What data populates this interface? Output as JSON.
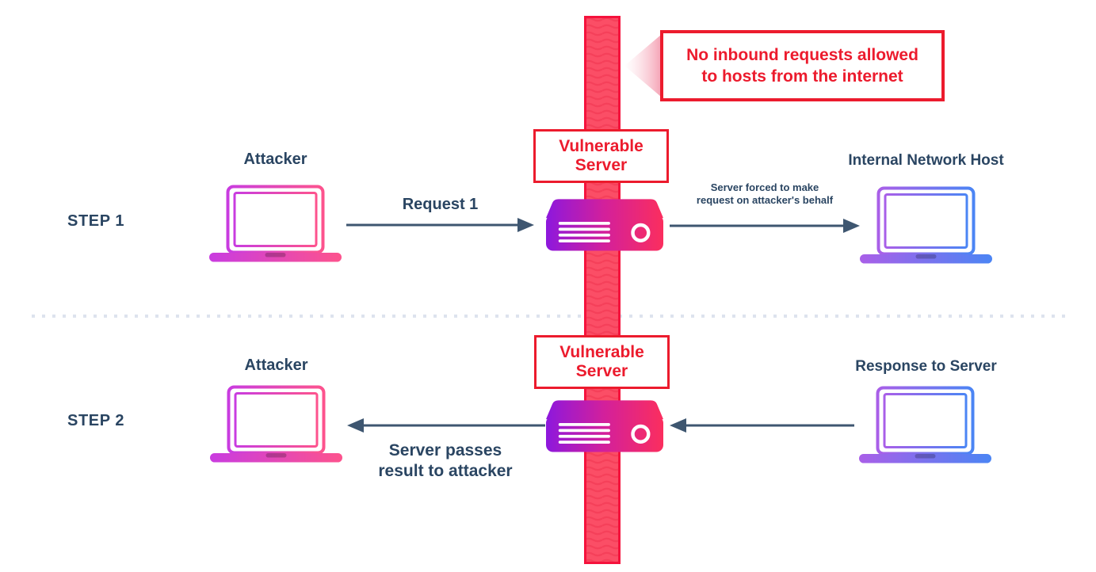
{
  "callout": {
    "line1": "No inbound requests allowed",
    "line2": "to hosts from the internet"
  },
  "step1": {
    "label": "STEP 1",
    "attacker_label": "Attacker",
    "request_arrow_label": "Request 1",
    "server_label_line1": "Vulnerable",
    "server_label_line2": "Server",
    "forced_arrow_label_line1": "Server forced to make",
    "forced_arrow_label_line2": "request on attacker's behalf",
    "internal_host_label": "Internal Network Host"
  },
  "step2": {
    "label": "STEP 2",
    "attacker_label": "Attacker",
    "server_label_line1": "Vulnerable",
    "server_label_line2": "Server",
    "passes_arrow_label_line1": "Server passes",
    "passes_arrow_label_line2": "result to attacker",
    "response_host_label": "Response to Server"
  },
  "colors": {
    "red_accent": "#ec1b2d",
    "navy_text": "#2a4562",
    "arrow": "#3e5670",
    "barrier_fill": "#fb4e66",
    "barrier_edge": "#f5123c",
    "laptop_pink_gradient_start": "#c93ce0",
    "laptop_pink_gradient_end": "#fd538d",
    "laptop_blue_gradient_start": "#a95fe8",
    "laptop_blue_gradient_end": "#4b85f4",
    "server_gradient_start": "#8d18dd",
    "server_gradient_mid": "#d3209b",
    "server_gradient_end": "#fb2e5e",
    "divider_dot": "#dde3ee"
  }
}
